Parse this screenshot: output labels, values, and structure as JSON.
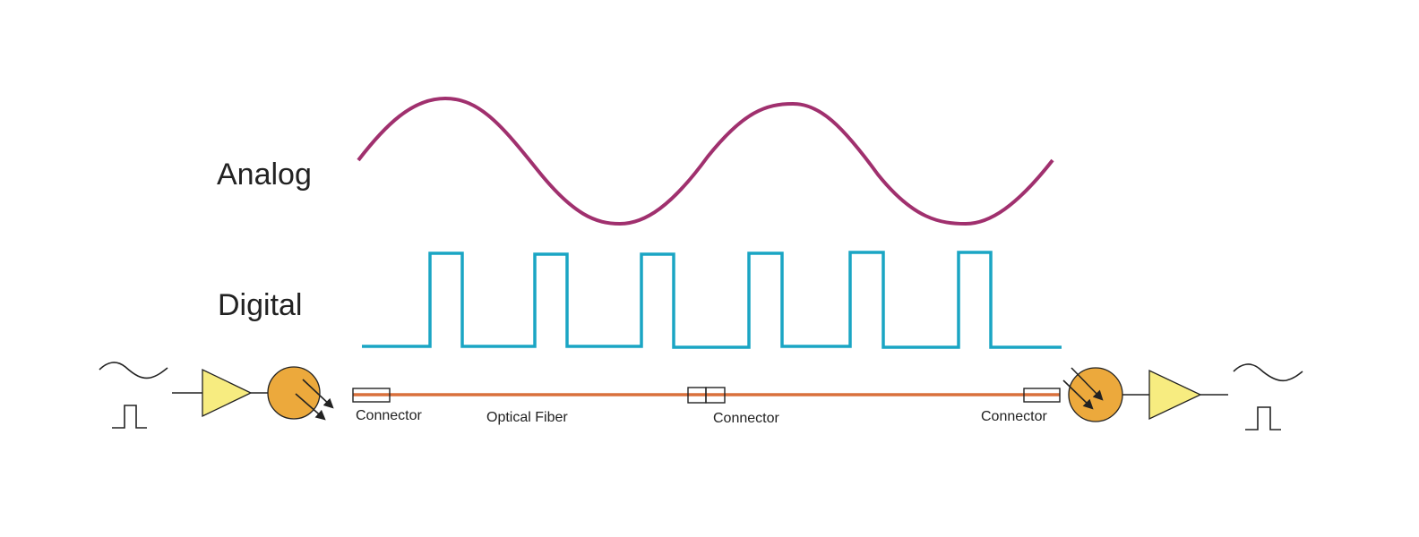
{
  "labels": {
    "analog": "Analog",
    "digital": "Digital",
    "connector_left": "Connector",
    "optical_fiber": "Optical Fiber",
    "connector_middle": "Connector",
    "connector_right": "Connector"
  },
  "colors": {
    "analog_wave": "#a0306e",
    "digital_wave": "#1aa5c4",
    "fiber": "#d9703c",
    "amplifier_fill": "#f7ec80",
    "led_fill": "#eca93c",
    "line": "#222222"
  },
  "icons": {
    "input_sine": "sine-wave-icon",
    "input_pulse": "pulse-icon",
    "transmitter_amplifier": "triangle-amplifier-icon",
    "transmitter_led": "led-emitter-icon",
    "receiver_photodiode": "photodiode-icon",
    "receiver_amplifier": "triangle-amplifier-icon",
    "output_sine": "sine-wave-icon",
    "output_pulse": "pulse-icon"
  }
}
